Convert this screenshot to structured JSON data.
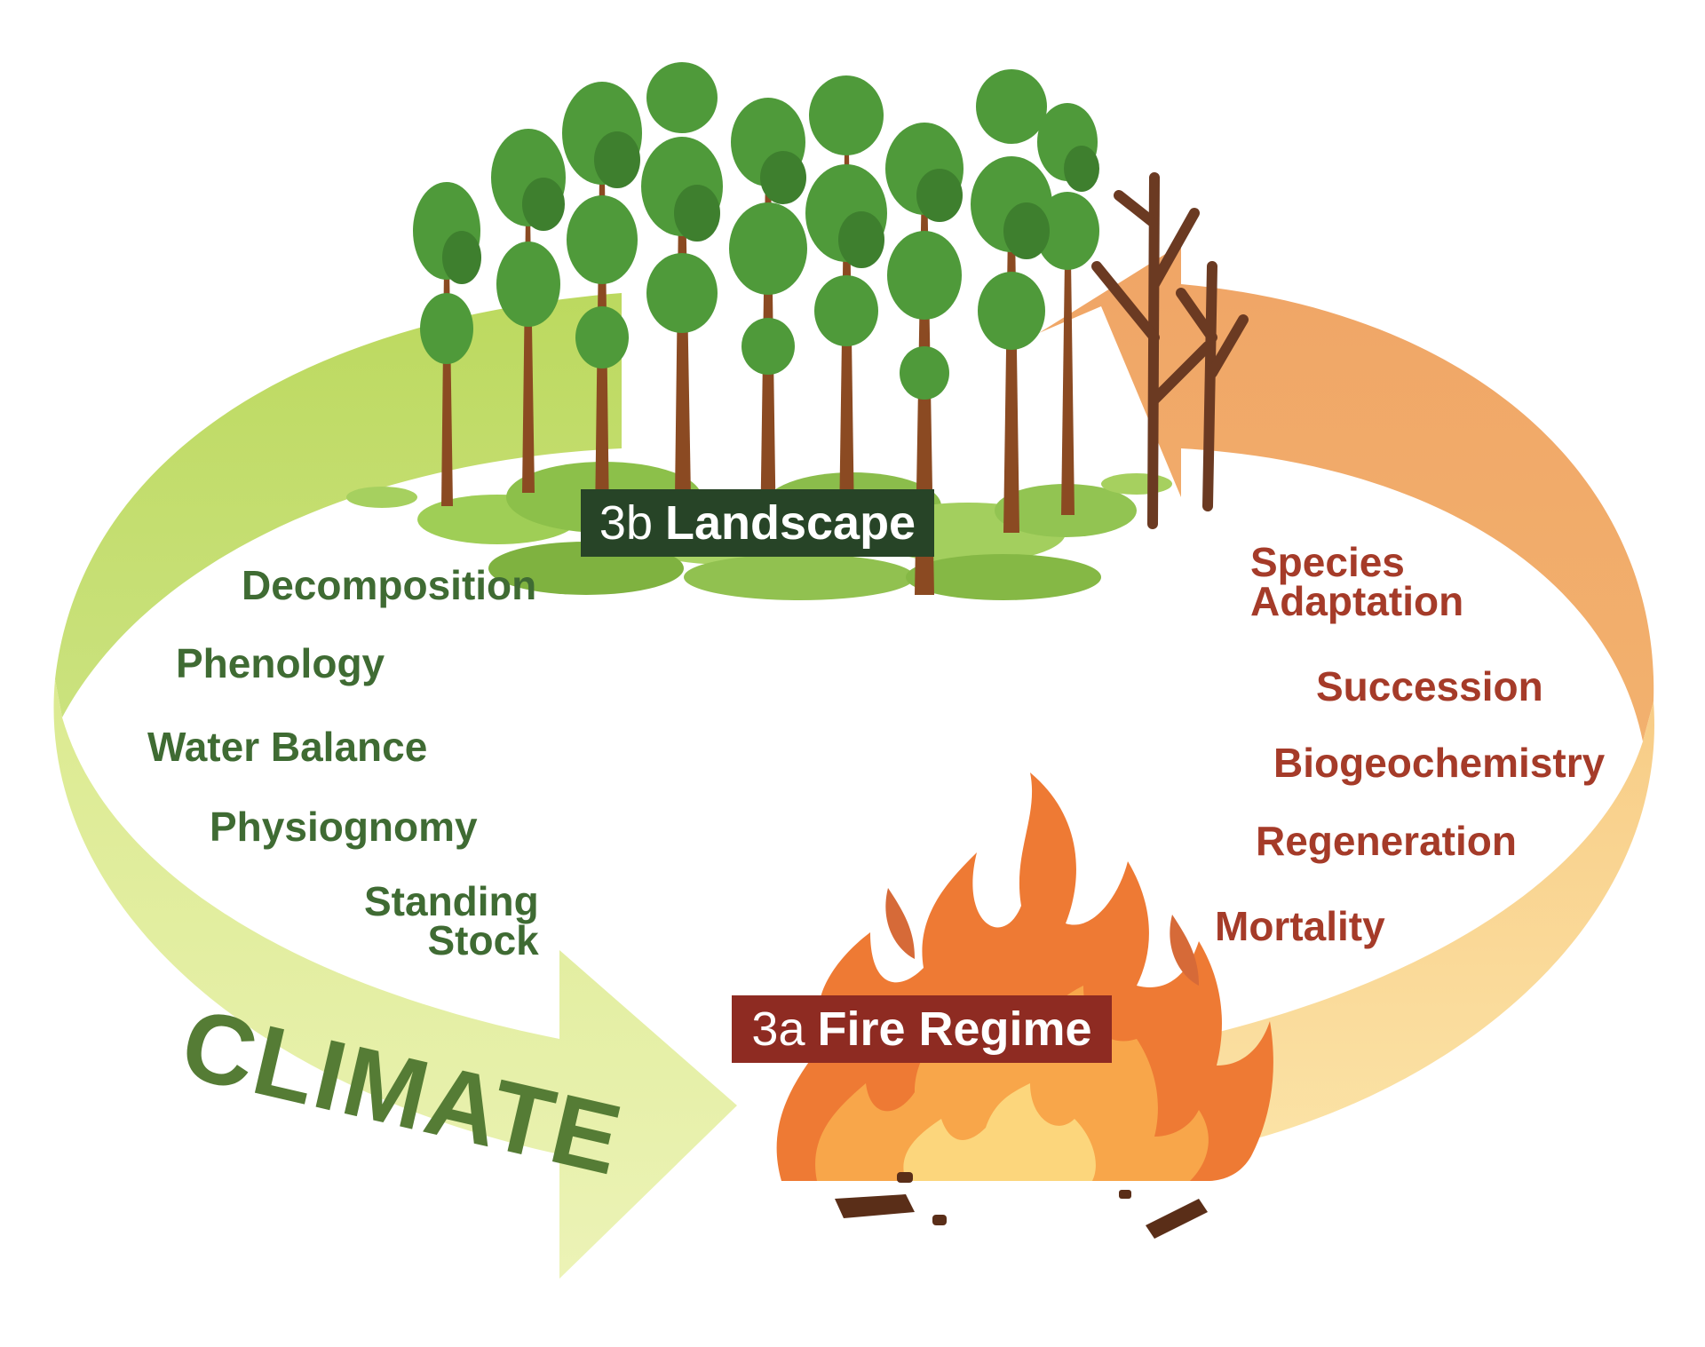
{
  "landscape_box": {
    "number": "3b",
    "title": "Landscape"
  },
  "fire_box": {
    "number": "3a",
    "title": "Fire Regime"
  },
  "climate_label": "CLIMATE",
  "left_processes": {
    "decomposition": "Decomposition",
    "phenology": "Phenology",
    "water_balance": "Water Balance",
    "physiognomy": "Physiognomy",
    "standing_stock_line1": "Standing",
    "standing_stock_line2": "Stock"
  },
  "right_processes": {
    "species_adaptation_line1": "Species",
    "species_adaptation_line2": "Adaptation",
    "succession": "Succession",
    "biogeochemistry": "Biogeochemistry",
    "regeneration": "Regeneration",
    "mortality": "Mortality"
  },
  "colors": {
    "green_text": "#3f6b33",
    "red_text": "#a53b29",
    "landscape_box": "#274427",
    "fire_box": "#8e2b22",
    "green_ribbon_dark": "#b9d862",
    "green_ribbon_light": "#e5efa3",
    "orange_ribbon_dark": "#f0a96a",
    "orange_ribbon_light": "#fbdc98"
  }
}
